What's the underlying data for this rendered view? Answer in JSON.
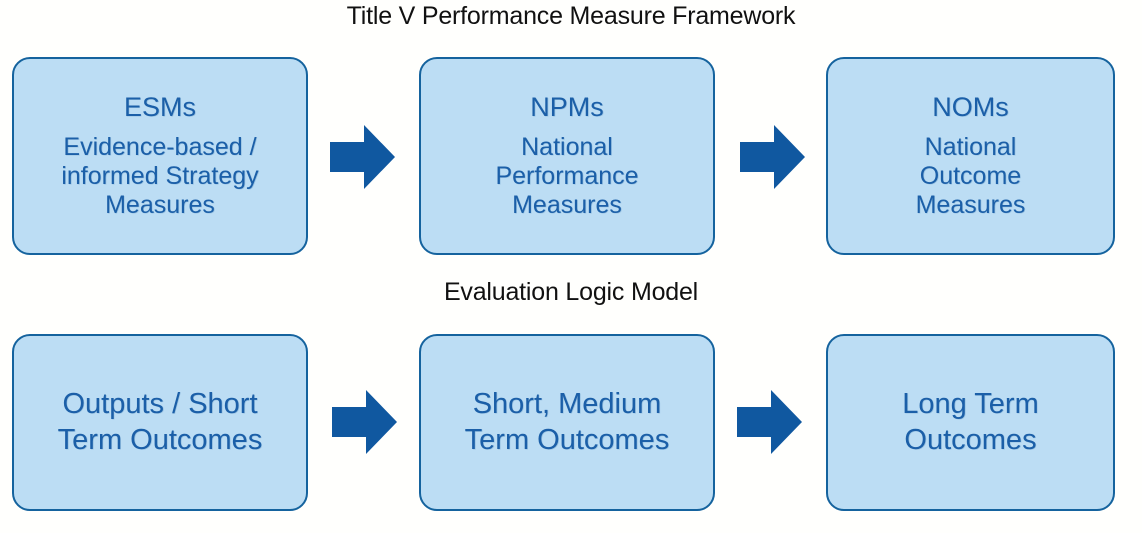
{
  "diagram": {
    "title": "Title V Performance Measure Framework",
    "section_label": "Evaluation Logic Model",
    "colors": {
      "box_fill": "#bcddf4",
      "box_border": "#15639e",
      "box_text": "#1b5fa8",
      "arrow_fill": "#1058a0",
      "heading_text": "#111111",
      "background": "#fffffd"
    },
    "rows": [
      {
        "name": "performance-measure-row",
        "nodes": [
          {
            "acronym": "ESMs",
            "lines": [
              "Evidence-based /",
              "informed Strategy",
              "Measures"
            ]
          },
          {
            "acronym": "NPMs",
            "lines": [
              "National",
              "Performance",
              "Measures"
            ]
          },
          {
            "acronym": "NOMs",
            "lines": [
              "National",
              "Outcome",
              "Measures"
            ]
          }
        ],
        "connectors": [
          "right-arrow-icon",
          "right-arrow-icon"
        ]
      },
      {
        "name": "evaluation-logic-row",
        "nodes": [
          {
            "acronym": "",
            "lines": [
              "Outputs / Short",
              "Term Outcomes"
            ]
          },
          {
            "acronym": "",
            "lines": [
              "Short, Medium",
              "Term Outcomes"
            ]
          },
          {
            "acronym": "",
            "lines": [
              "Long Term",
              "Outcomes"
            ]
          }
        ],
        "connectors": [
          "right-arrow-icon",
          "right-arrow-icon"
        ]
      }
    ]
  }
}
